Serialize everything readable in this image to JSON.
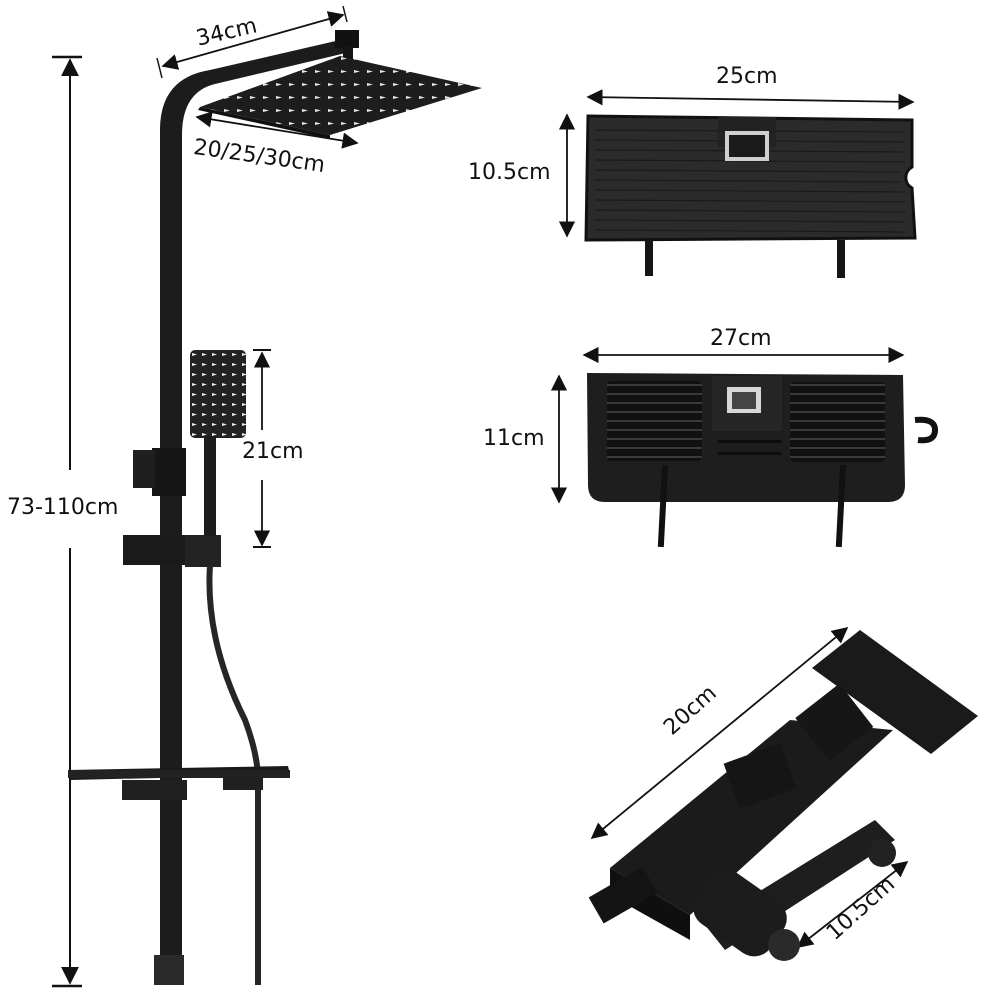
{
  "figure": {
    "type": "product-dimension-diagram",
    "background": "#ffffff",
    "product_color": "#1a1a1a",
    "line_color": "#111111"
  },
  "shower_column": {
    "overall_height_label": "73-110cm",
    "top_arm_label": "34cm",
    "head_size_label": "20/25/30cm",
    "hand_shower_label": "21cm"
  },
  "shelf_flat": {
    "width_label": "25cm",
    "depth_label": "10.5cm"
  },
  "shelf_basket": {
    "width_label": "27cm",
    "depth_label": "11cm"
  },
  "mixer_valve": {
    "length_label": "20cm",
    "spout_label": "10.5cm"
  }
}
